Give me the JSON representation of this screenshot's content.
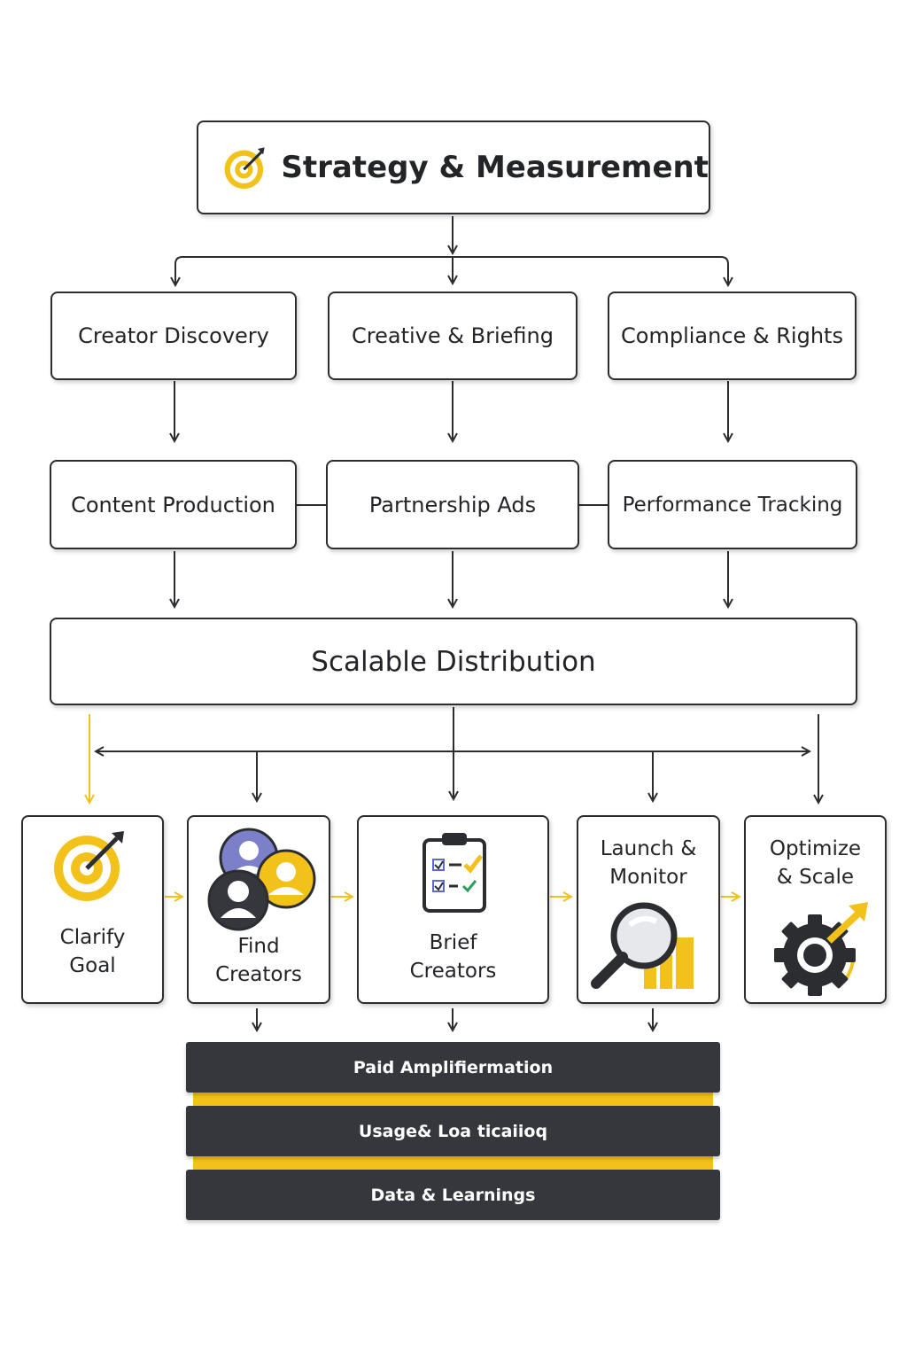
{
  "title": "Strategy & Measurement",
  "pillars": [
    {
      "label": "Creator Discovery"
    },
    {
      "label": "Creative & Briefing"
    },
    {
      "label": "Compliance & Rights"
    }
  ],
  "modules": [
    {
      "label": "Content Production"
    },
    {
      "label": "Partnership Ads"
    },
    {
      "label": "Performance Tracking"
    }
  ],
  "hub": "Scalable Distribution",
  "steps": [
    {
      "label": "Clarify\nGoal",
      "icon": "target-icon"
    },
    {
      "label": "Find\nCreators",
      "icon": "people-icon"
    },
    {
      "label": "Brief\nCreators",
      "icon": "clipboard-checklist-icon"
    },
    {
      "label": "Launch &\nMonitor",
      "icon": "magnifier-chart-icon"
    },
    {
      "label": "Optimize\n& Scale",
      "icon": "gear-arrow-icon"
    }
  ],
  "layers": [
    {
      "label": "Paid Amplifiermation"
    },
    {
      "label": "Usage& Loa ticaiioq"
    },
    {
      "label": "Data & Learnings"
    }
  ],
  "colors": {
    "accent": "#f2c21b",
    "dark": "#35373c",
    "line": "#2b2d31"
  }
}
